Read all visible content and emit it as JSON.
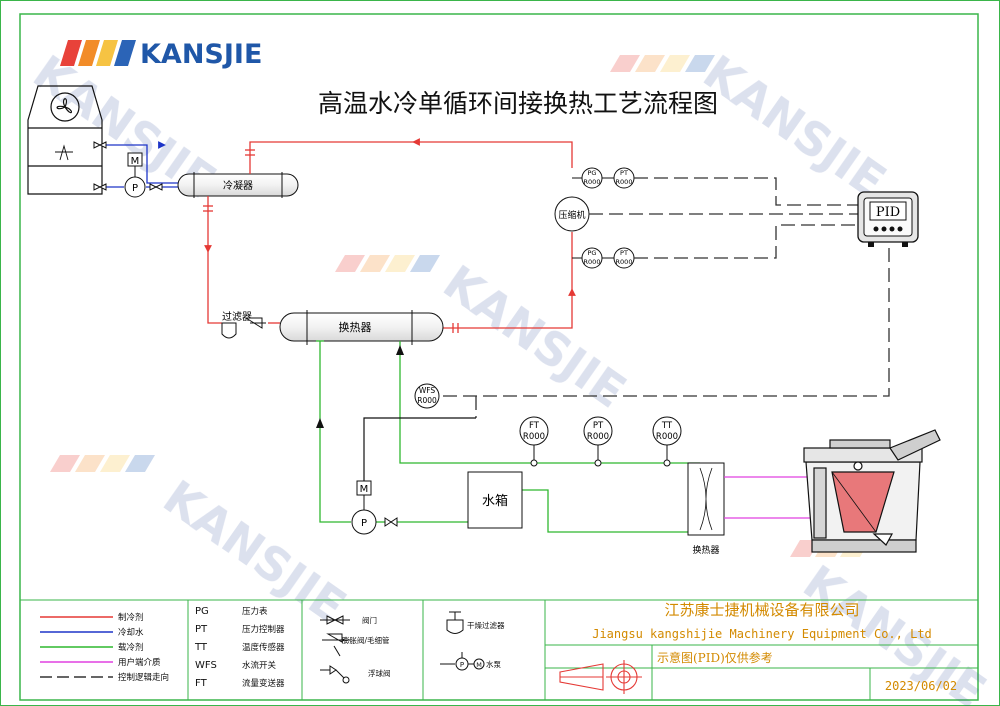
{
  "logo": {
    "text": "KANSJIE",
    "colors": [
      "#e8423a",
      "#f28c28",
      "#f6c343",
      "#2b64b7"
    ]
  },
  "watermark": "KANSJIE",
  "title": "高温水冷单循环间接换热工艺流程图",
  "components": {
    "condenser": "冷凝器",
    "heat_exchanger": "换热器",
    "filter": "过滤器",
    "compressor": "压缩机",
    "water_tank": "水箱",
    "small_hx": "换热器",
    "motor": "M",
    "pump": "P",
    "controller": "PID"
  },
  "instruments": {
    "pg_top": [
      "PG",
      "R000"
    ],
    "pt_top": [
      "PT",
      "R000"
    ],
    "pg_bot": [
      "PG",
      "R000"
    ],
    "pt_bot": [
      "PT",
      "R000"
    ],
    "wfs": [
      "WFS",
      "R000"
    ],
    "ft": [
      "FT",
      "R000"
    ],
    "pt": [
      "PT",
      "R000"
    ],
    "tt": [
      "TT",
      "R000"
    ]
  },
  "legend": {
    "lines": [
      {
        "label": "制冷剂",
        "color": "#e53935"
      },
      {
        "label": "冷却水",
        "color": "#1e35c8"
      },
      {
        "label": "载冷剂",
        "color": "#2fb82f"
      },
      {
        "label": "用户端介质",
        "color": "#e040e0"
      },
      {
        "label": "控制逻辑走向",
        "color": "#333333"
      }
    ],
    "abbr": [
      {
        "code": "PG",
        "desc": "压力表"
      },
      {
        "code": "PT",
        "desc": "压力控制器"
      },
      {
        "code": "TT",
        "desc": "温度传感器"
      },
      {
        "code": "WFS",
        "desc": "水流开关"
      },
      {
        "code": "FT",
        "desc": "流量变送器"
      }
    ],
    "symbols": {
      "valve": "阀门",
      "expansion": "膨胀阀/毛细管",
      "float": "浮球阀",
      "dryer": "干燥过滤器",
      "pump": "水泵",
      "pump_p": "P",
      "pump_m": "M"
    }
  },
  "company": {
    "cn": "江苏康士捷机械设备有限公司",
    "en": "Jiangsu kangshijie Machinery Equipment Co., Ltd",
    "note": "示意图(PID)仅供参考",
    "date": "2023/06/02"
  }
}
